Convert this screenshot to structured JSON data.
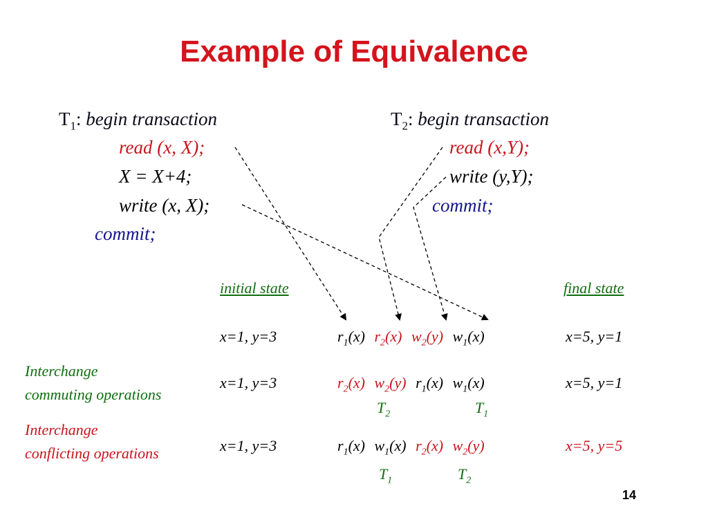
{
  "title": "Example of Equivalence",
  "t1": {
    "name": "T",
    "sub": "1",
    "begin": "begin transaction",
    "lines": [
      "read (x, X);",
      "X = X+4;",
      "write (x, X);"
    ],
    "commit": "commit;"
  },
  "t2": {
    "name": "T",
    "sub": "2",
    "begin": "begin transaction",
    "lines": [
      "read (x,Y);",
      "write (y,Y);"
    ],
    "commit": "commit;"
  },
  "table": {
    "initial_header": "initial state",
    "final_header": "final state",
    "rows": [
      {
        "label": [
          "",
          ""
        ],
        "initial": "x=1, y=3",
        "ops": [
          {
            "op": "r",
            "sub": "1",
            "arg": "(x)"
          },
          {
            "op": "r",
            "sub": "2",
            "arg": "(x)"
          },
          {
            "op": "w",
            "sub": "2",
            "arg": "(y)"
          },
          {
            "op": "w",
            "sub": "1",
            "arg": "(x)"
          }
        ],
        "final": "x=5, y=1"
      },
      {
        "label": [
          "Interchange",
          "commuting operations"
        ],
        "initial": "x=1, y=3",
        "ops": [
          {
            "op": "r",
            "sub": "2",
            "arg": "(x)"
          },
          {
            "op": "w",
            "sub": "2",
            "arg": "(y)"
          },
          {
            "op": "r",
            "sub": "1",
            "arg": "(x)"
          },
          {
            "op": "w",
            "sub": "1",
            "arg": "(x)"
          }
        ],
        "final": "x=5, y=1",
        "groups": [
          {
            "name": "T",
            "sub": "2"
          },
          {
            "name": "T",
            "sub": "1"
          }
        ]
      },
      {
        "label": [
          "Interchange",
          "conflicting operations"
        ],
        "initial": "x=1, y=3",
        "ops": [
          {
            "op": "r",
            "sub": "1",
            "arg": "(x)"
          },
          {
            "op": "w",
            "sub": "1",
            "arg": "(x)"
          },
          {
            "op": "r",
            "sub": "2",
            "arg": "(x)"
          },
          {
            "op": "w",
            "sub": "2",
            "arg": "(y)"
          }
        ],
        "final": "x=5, y=5",
        "groups": [
          {
            "name": "T",
            "sub": "1"
          },
          {
            "name": "T",
            "sub": "2"
          }
        ]
      }
    ]
  },
  "page_number": "14",
  "colors": {
    "title": "#d4141c",
    "t1_ops": "#000000",
    "t2_ops": "#c8141c",
    "commit": "#14148c",
    "label_commuting": "#0f6e0f",
    "label_conflicting": "#c8141c",
    "headers": "#0f6e0f"
  }
}
